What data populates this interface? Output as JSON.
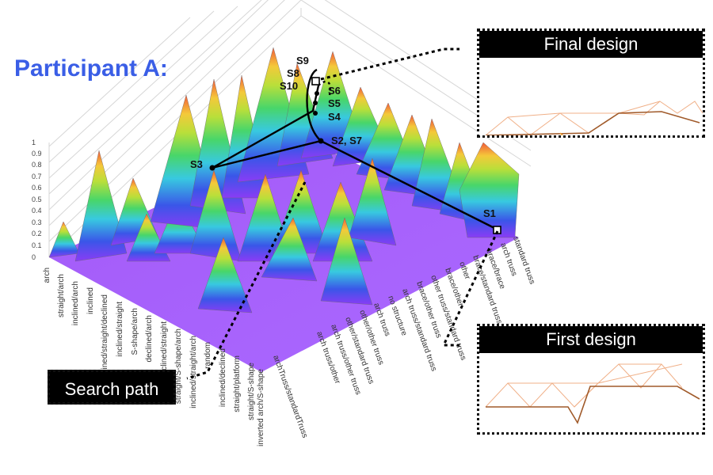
{
  "title": "Participant A:",
  "panels": {
    "final": {
      "title": "Final design"
    },
    "first": {
      "title": "First design"
    }
  },
  "search_label": "Search path",
  "z_ticks": [
    "1",
    "0.9",
    "0.8",
    "0.7",
    "0.6",
    "0.5",
    "0.4",
    "0.3",
    "0.2",
    "0.1",
    "0"
  ],
  "left_axis_labels": [
    "arch",
    "straight/arch",
    "inclined/arch",
    "inclined",
    "inclined/straight/declined",
    "inclined/straight",
    "S-shape/arch",
    "declined/arch",
    "declined/straight",
    "straight/S-shape/arch",
    "inclined/straight/arch",
    "random",
    "inclined/declined",
    "straight/platform",
    "straight/S-shape",
    "inverted arch/S-shape"
  ],
  "right_axis_labels": [
    "standard truss",
    "arch truss",
    "brace/brace",
    "brace/standard truss",
    "other",
    "brace/other",
    "other truss/standard truss",
    "brace/other truss",
    "arch truss/standard truss",
    "no structure",
    "arch truss",
    "other/other truss",
    "other/standard truss",
    "arch truss/other truss",
    "arch truss/other",
    "archTruss/standardTruss"
  ],
  "waypoints": [
    {
      "label": "S9"
    },
    {
      "label": "S8"
    },
    {
      "label": "S10"
    },
    {
      "label": "S6"
    },
    {
      "label": "S5"
    },
    {
      "label": "S4"
    },
    {
      "label": "S2, S7"
    },
    {
      "label": "S3"
    },
    {
      "label": "S1"
    }
  ]
}
